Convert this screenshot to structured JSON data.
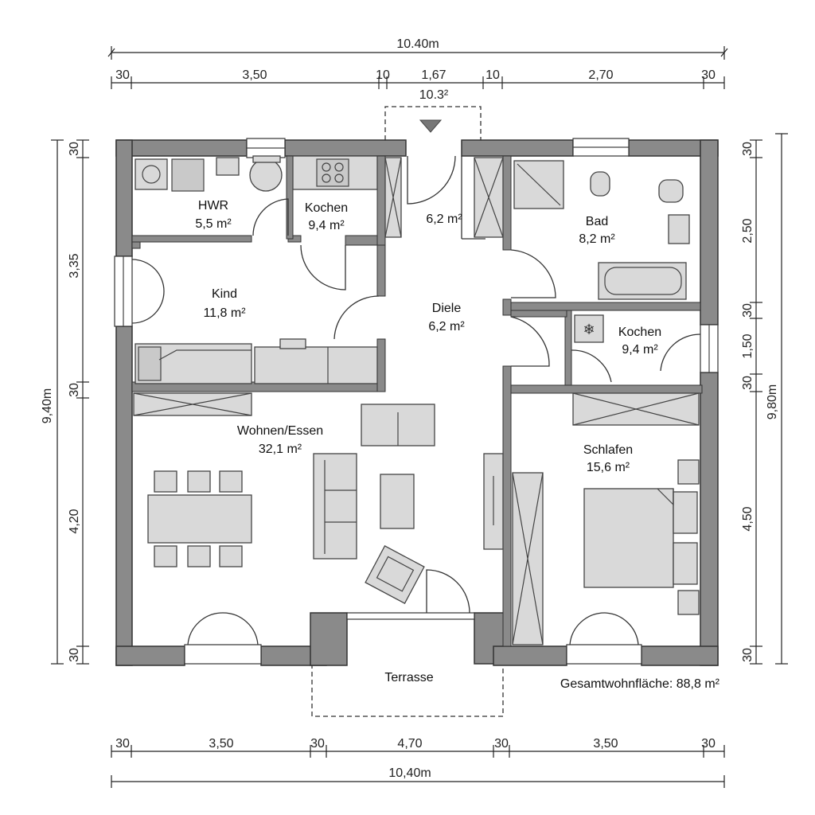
{
  "dimensions": {
    "top_total": "10.40m",
    "top_segments": [
      "30",
      "3,50",
      "10",
      "1,67",
      "10",
      "2,70",
      "30"
    ],
    "top_entry": "10.3²",
    "bottom_total": "10,40m",
    "bottom_segments": [
      "30",
      "3,50",
      "30",
      "4,70",
      "30",
      "3,50",
      "30"
    ],
    "left_total": "9,40m",
    "left_segments": [
      "30",
      "3,35",
      "30",
      "4,20",
      "30"
    ],
    "right_total": "9,80m",
    "right_segments": [
      "30",
      "2,50",
      "30",
      "1,50",
      "30",
      "4,50",
      "30"
    ]
  },
  "rooms": {
    "hwr": {
      "name": "HWR",
      "area": "5,5 m²"
    },
    "kochen_top": {
      "name": "Kochen",
      "area": "9,4 m²"
    },
    "vestibule": {
      "name": "",
      "area": "6,2 m²"
    },
    "bad": {
      "name": "Bad",
      "area": "8,2 m²"
    },
    "kind": {
      "name": "Kind",
      "area": "11,8 m²"
    },
    "diele": {
      "name": "Diele",
      "area": "6,2 m²"
    },
    "kochen_right": {
      "name": "Kochen",
      "area": "9,4 m²"
    },
    "wohnen": {
      "name": "Wohnen/Essen",
      "area": "32,1 m²"
    },
    "schlafen": {
      "name": "Schlafen",
      "area": "15,6 m²"
    },
    "terrasse": {
      "name": "Terrasse",
      "area": ""
    }
  },
  "total_area": "Gesamtwohnfläche: 88,8 m²",
  "icons": [
    "entry-arrow-icon",
    "snowflake-icon"
  ]
}
